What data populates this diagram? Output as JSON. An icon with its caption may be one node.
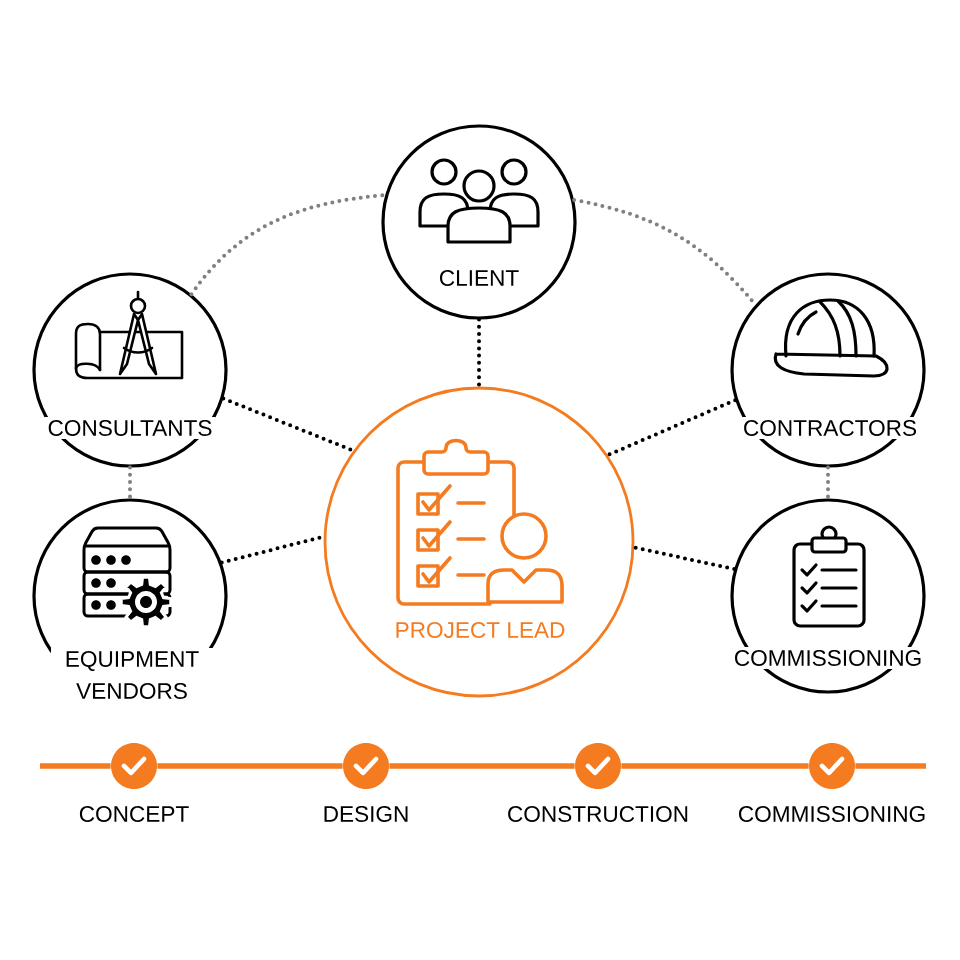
{
  "diagram": {
    "nodes": [
      {
        "text": [
          "CLIENT"
        ]
      },
      {
        "text": [
          "CONSULTANTS"
        ]
      },
      {
        "text": [
          "CONTRACTORS"
        ]
      },
      {
        "text": [
          "PROJECT LEAD"
        ]
      },
      {
        "text": [
          "EQUIPMENT VENDORS"
        ]
      },
      {
        "text": [
          "COMMISSIONING"
        ]
      },
      {
        "text": [],
        "shape": "circle",
        "beside": [
          "CONCEPT"
        ]
      },
      {
        "text": [],
        "shape": "circle",
        "beside": [
          "DESIGN"
        ]
      },
      {
        "text": [],
        "shape": "circle",
        "beside": [
          "CONSTRUCTION"
        ]
      },
      {
        "text": [],
        "shape": "circle",
        "beside": [
          "COMMISSIONING"
        ]
      }
    ],
    "edges": [
      {
        "from": 0,
        "to": 3,
        "arrow": "none",
        "style": "dashed"
      },
      {
        "from": 1,
        "to": 3,
        "arrow": "none",
        "style": "dashed"
      },
      {
        "from": 2,
        "to": 3,
        "arrow": "none",
        "style": "dashed"
      },
      {
        "from": 4,
        "to": 3,
        "arrow": "none",
        "style": "dashed"
      },
      {
        "from": 5,
        "to": 3,
        "arrow": "none",
        "style": "dashed"
      },
      {
        "from": 1,
        "to": 0,
        "arrow": "none",
        "style": "dashed",
        "color": "#808080"
      },
      {
        "from": 0,
        "to": 2,
        "arrow": "none",
        "style": "dashed",
        "color": "#808080"
      },
      {
        "from": 1,
        "to": 4,
        "arrow": "none",
        "style": "dashed",
        "color": "#808080"
      },
      {
        "from": 2,
        "to": 5,
        "arrow": "none",
        "style": "dashed",
        "color": "#808080"
      },
      {
        "from": null,
        "to": 6,
        "arrow": "none",
        "color": "#f47b20"
      },
      {
        "from": 6,
        "to": 7,
        "arrow": "none",
        "color": "#f47b20"
      },
      {
        "from": 7,
        "to": 8,
        "arrow": "none",
        "color": "#f47b20"
      },
      {
        "from": 8,
        "to": 9,
        "arrow": "none",
        "color": "#f47b20"
      },
      {
        "from": 9,
        "to": null,
        "arrow": "none",
        "color": "#f47b20"
      }
    ]
  }
}
